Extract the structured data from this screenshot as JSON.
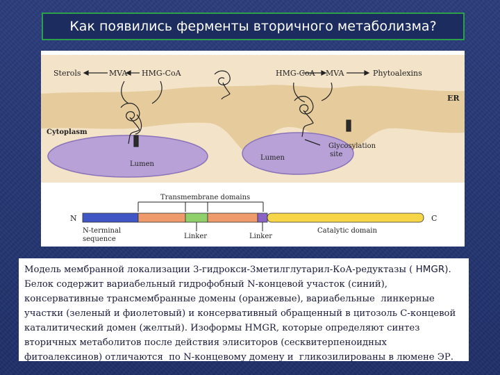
{
  "slide": {
    "title": "Как появились ферменты вторичного метаболизма?"
  },
  "figure": {
    "labels": {
      "sterols": "Sterols",
      "mva_left": "MVA",
      "hmgcoa_left": "HMG-CoA",
      "hmgcoa_right": "HMG-CoA",
      "mva_right": "MVA",
      "phytoalexins": "Phytoalexins",
      "er": "ER",
      "cytoplasm": "Cytoplasm",
      "lumen_left": "Lumen",
      "lumen_right": "Lumen",
      "glycosylation_line1": "Glycosylation",
      "glycosylation_line2": "site",
      "transmembrane_domains": "Transmembrane domains",
      "n_terminus": "N",
      "c_terminus": "C",
      "n_terminal_line1": "N-terminal",
      "n_terminal_line2": "sequence",
      "linker_1": "Linker",
      "linker_2": "Linker",
      "catalytic_domain": "Catalytic domain"
    },
    "colors": {
      "cytosol": "#f2dfc4",
      "er_membrane": "#e8cfa3",
      "lumen": "#b9a3d8",
      "n_terminal_domain": "#3f56c4",
      "transmembrane_domain": "#ef9a6a",
      "linker_green": "#8fd06a",
      "linker_violet": "#8a63c7",
      "catalytic_domain": "#f6d548"
    }
  },
  "caption": {
    "part1": "Модель мембранной локализации 3-гидрокси-3метилглутарил-КоА-редуктазы (",
    "part2": " HMGR).",
    "part3": "Белок содержит вариабельный гидрофобный N-концевой участок (синий), консервативные трансмембранные домены (оранжевые), вариабельные  линкерные участки (зеленый и фиолетовый) и консервативный обращенный в цитозоль С-концевой каталитический домен (желтый). Изоформы HMGR, которые определяют синтез вторичных метаболитов после действия элиситоров (сесквитерпеноидных фитоалексинов) отличаются  по N-концевому домену и  гликозилированы в люмене ЭР."
  }
}
